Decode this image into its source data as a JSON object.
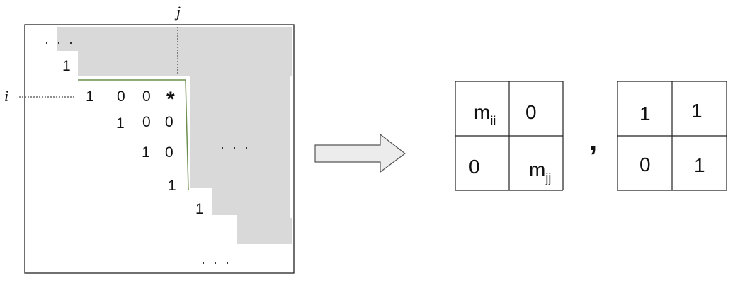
{
  "left_matrix": {
    "index_i": "i",
    "index_j": "j",
    "dots_top_left": "· · ·",
    "dots_right": "· · ·",
    "dots_bottom": "· · ·",
    "entries": {
      "r0": "1",
      "r1": [
        "1",
        "0",
        "0",
        "*"
      ],
      "r2": [
        "1",
        "0",
        "0"
      ],
      "r3": [
        "1",
        "0"
      ],
      "r4": "1",
      "r5": "1"
    },
    "shade_color": "#d9d9d9",
    "border_color": "#6b8e4e"
  },
  "arrow": {
    "direction": "right",
    "fill": "#ececec"
  },
  "comma": ",",
  "matrix_a": {
    "a11_main": "m",
    "a11_sub": "ii",
    "a12": "0",
    "a21": "0",
    "a22_main": "m",
    "a22_sub": "jj"
  },
  "matrix_b": {
    "b11": "1",
    "b12": "1",
    "b21": "0",
    "b22": "1"
  }
}
